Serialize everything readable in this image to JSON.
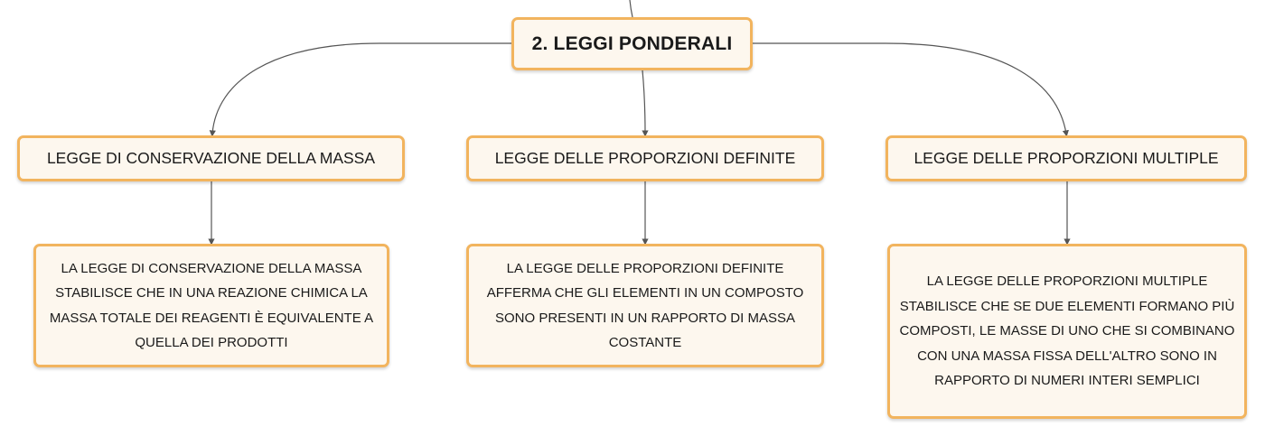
{
  "root": {
    "label": "2. LEGGI PONDERALI"
  },
  "topics": [
    {
      "label": "LEGGE DI CONSERVAZIONE DELLA MASSA",
      "detail": "LA LEGGE DI CONSERVAZIONE DELLA MASSA STABILISCE CHE IN UNA REAZIONE CHIMICA LA MASSA TOTALE DEI REAGENTI È EQUIVALENTE A QUELLA DEI PRODOTTI"
    },
    {
      "label": "LEGGE DELLE PROPORZIONI DEFINITE",
      "detail": "LA LEGGE DELLE PROPORZIONI DEFINITE AFFERMA CHE GLI ELEMENTI IN UN COMPOSTO SONO PRESENTI IN UN RAPPORTO DI MASSA COSTANTE"
    },
    {
      "label": "LEGGE DELLE PROPORZIONI MULTIPLE",
      "detail": "LA LEGGE DELLE PROPORZIONI MULTIPLE STABILISCE CHE SE DUE ELEMENTI FORMANO PIÙ COMPOSTI, LE MASSE DI UNO CHE SI COMBINANO CON UNA MASSA FISSA DELL'ALTRO SONO IN RAPPORTO DI NUMERI INTERI SEMPLICI"
    }
  ],
  "colors": {
    "node_border": "#f2b45e",
    "node_fill": "#fdf7ee",
    "connector": "#555555"
  }
}
